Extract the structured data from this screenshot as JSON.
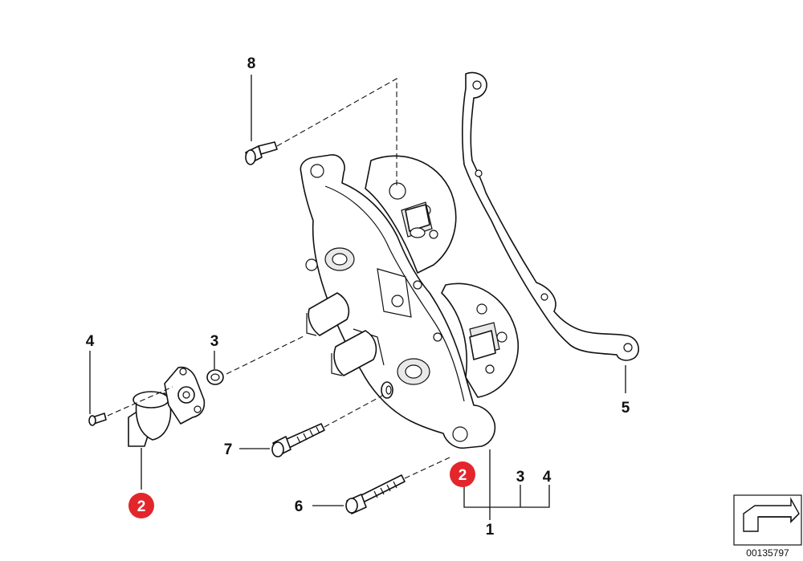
{
  "callouts": {
    "c1": "1",
    "c2_left": "2",
    "c2_right": "2",
    "c3_left": "3",
    "c3_right": "3",
    "c4_left": "4",
    "c4_right": "4",
    "c5": "5",
    "c6": "6",
    "c7": "7",
    "c8": "8"
  },
  "image_id": "00135797",
  "colors": {
    "badge": "#e3262b",
    "line": "#111111",
    "background": "#ffffff"
  },
  "icons": {
    "corner": "arrow-box-icon"
  }
}
